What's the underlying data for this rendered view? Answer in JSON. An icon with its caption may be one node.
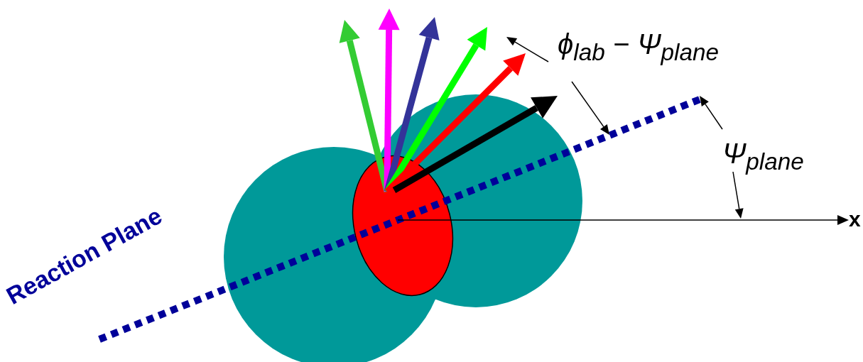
{
  "diagram": {
    "labels": [
      "ϕ$_{lab}$ − Ψ$_{plane}$",
      "Ψ$_{plane}$",
      "x",
      "Reaction Plane"
    ]
  }
}
